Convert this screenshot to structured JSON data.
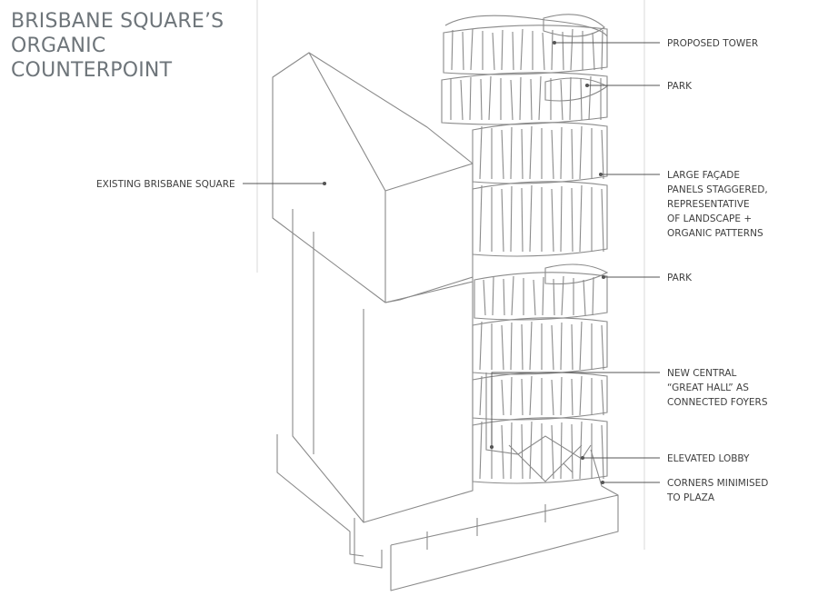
{
  "title": {
    "lines": [
      "BRISBANE SQUARE’S",
      "ORGANIC",
      "COUNTERPOINT"
    ]
  },
  "labels": {
    "proposed_tower": "PROPOSED TOWER",
    "park_top": "PARK",
    "existing": "EXISTING BRISBANE SQUARE",
    "facade": [
      "LARGE FAÇADE",
      "PANELS STAGGERED,",
      "REPRESENTATIVE",
      "OF LANDSCAPE +",
      "ORGANIC PATTERNS"
    ],
    "park_mid": "PARK",
    "great_hall": [
      "NEW CENTRAL",
      "“GREAT HALL” AS",
      "CONNECTED FOYERS"
    ],
    "elevated_lobby": "ELEVATED LOBBY",
    "corners": [
      "CORNERS MINIMISED",
      "TO PLAZA"
    ]
  },
  "colors": {
    "title": "#6e757a",
    "text": "#3e3e3e",
    "sketch": "#8a8a8a",
    "leader": "#555555"
  }
}
